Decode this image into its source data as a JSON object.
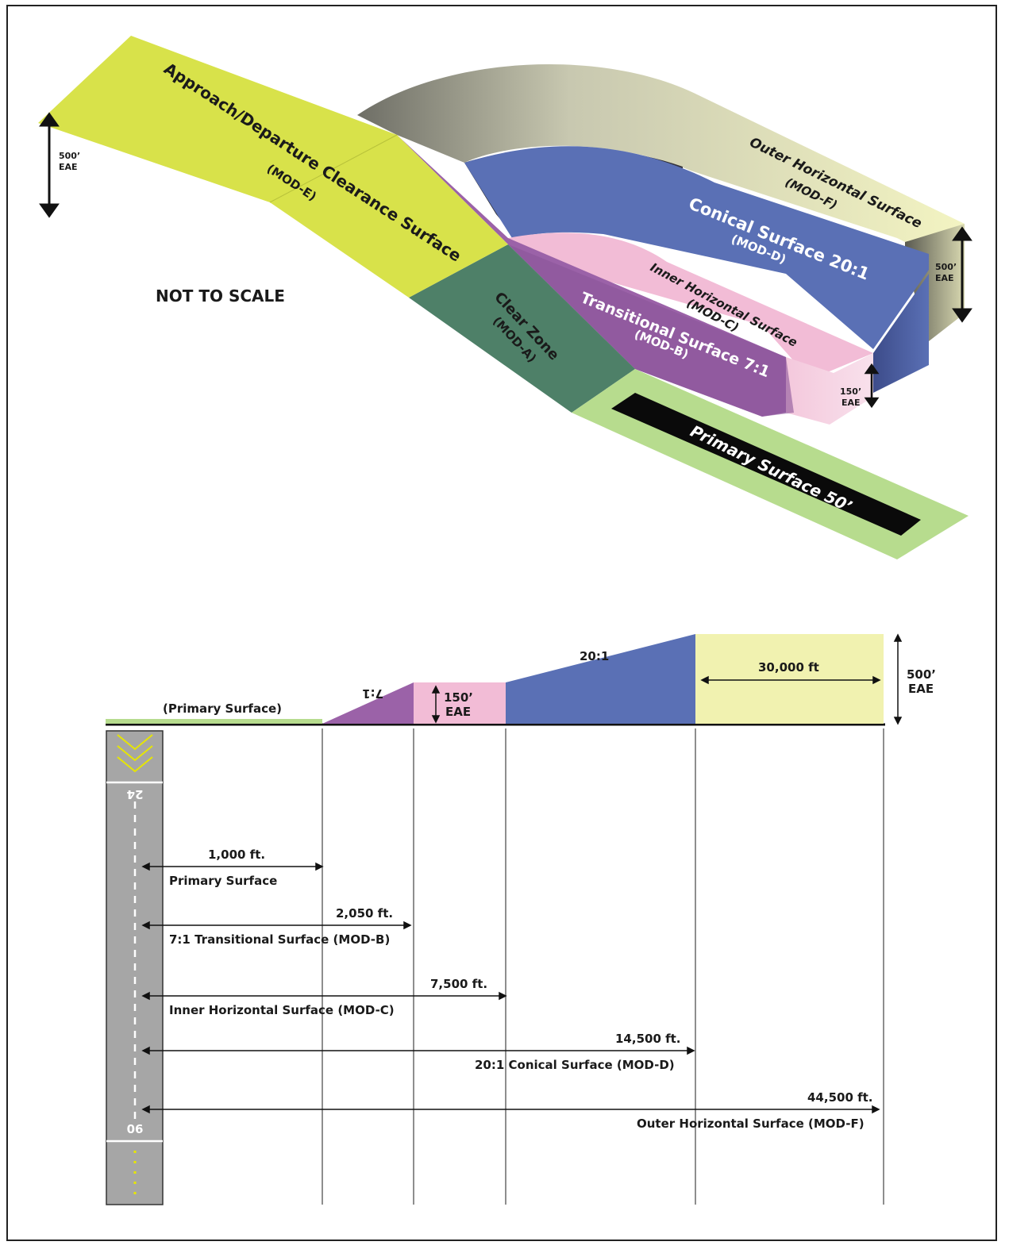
{
  "top": {
    "not_to_scale": "NOT TO SCALE",
    "approach_title": "Approach/Departure Clearance Surface",
    "approach_mod": "(MOD-E)",
    "outer_title": "Outer Horizontal Surface",
    "outer_mod": "(MOD-F)",
    "conical_title": "Conical Surface 20:1",
    "conical_mod": "(MOD-D)",
    "inner_title": "Inner Horizontal Surface",
    "inner_mod": "(MOD-C)",
    "transitional_title": "Transitional Surface 7:1",
    "transitional_mod": "(MOD-B)",
    "clear_zone_title": "Clear Zone",
    "clear_zone_mod": "(MOD-A)",
    "primary_title": "Primary Surface 50’",
    "left_height": "500’",
    "left_height_unit": "EAE",
    "right_height": "500’",
    "right_height_unit": "EAE",
    "inner_height": "150’",
    "inner_height_unit": "EAE"
  },
  "section": {
    "primary_label": "(Primary Surface)",
    "slope_71": "7:1",
    "inner_height": "150’",
    "inner_height_unit": "EAE",
    "slope_201": "20:1",
    "outer_width": "30,000 ft",
    "outer_height": "500’",
    "outer_height_unit": "EAE"
  },
  "runway": {
    "end_top": "24",
    "end_bottom": "06"
  },
  "distances": [
    {
      "value": "1,000 ft.",
      "name": "Primary Surface"
    },
    {
      "value": "2,050 ft.",
      "name": "7:1 Transitional Surface (MOD-B)"
    },
    {
      "value": "7,500 ft.",
      "name": "Inner Horizontal Surface (MOD-C)"
    },
    {
      "value": "14,500 ft.",
      "name": "20:1 Conical Surface (MOD-D)"
    },
    {
      "value": "44,500 ft.",
      "name": "Outer Horizontal Surface (MOD-F)"
    }
  ],
  "colors": {
    "approach": "#d8e24a",
    "outer": "#f1f2b0",
    "conical": "#5a70b5",
    "inner": "#f2bcd6",
    "transitional": "#9b62a8",
    "clear_zone": "#4e8068",
    "primary_border": "#b7dc8e",
    "runway": "#a6a6a6"
  }
}
